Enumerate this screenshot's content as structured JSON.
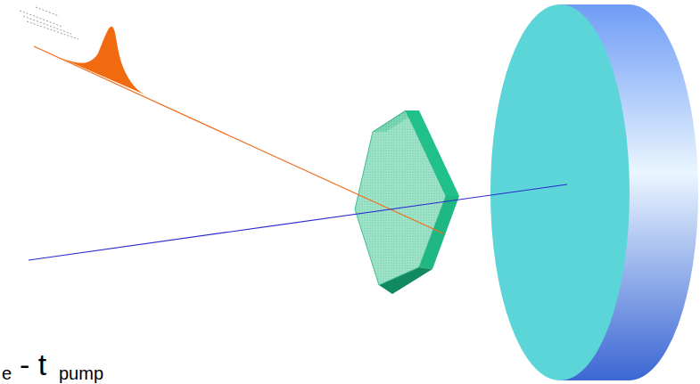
{
  "diagram": {
    "labels": [
      "e",
      "- t",
      "pump"
    ]
  }
}
